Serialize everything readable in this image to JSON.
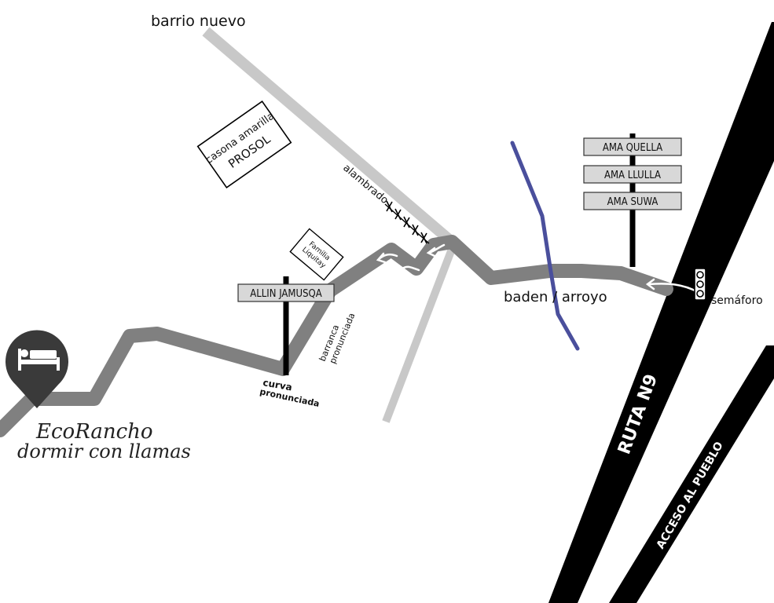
{
  "labels": {
    "barrio_nuevo": "barrio nuevo",
    "casona_line1": "casona amarilla",
    "casona_line2": "PROSOL",
    "alambrado": "alambrado",
    "familia_line1": "Familia",
    "familia_line2": "Liquitay",
    "baden": "baden / arroyo",
    "semaforo": "semáforo",
    "curva_line1": "curva",
    "curva_line2": "pronunciada",
    "barranca_line1": "barranca",
    "barranca_line2": "pronunciada",
    "ruta": "RUTA N9",
    "acceso": "ACCESO AL PUEBLO"
  },
  "signs": {
    "allin": "ALLIN JAMUSQA",
    "ama_quella": "AMA QUELLA",
    "ama_llulla": "AMA LLULLA",
    "ama_suwa": "AMA SUWA"
  },
  "destination": {
    "name": "EcoRancho",
    "tagline": "dormir con llamas",
    "icon": "bed-icon"
  },
  "colors": {
    "route": "#808080",
    "minor_road": "#c8c8c8",
    "highway": "#000000",
    "stream": "#4a4f9c",
    "sign_fill": "#d8d8d8",
    "pin": "#3a3a3a"
  }
}
